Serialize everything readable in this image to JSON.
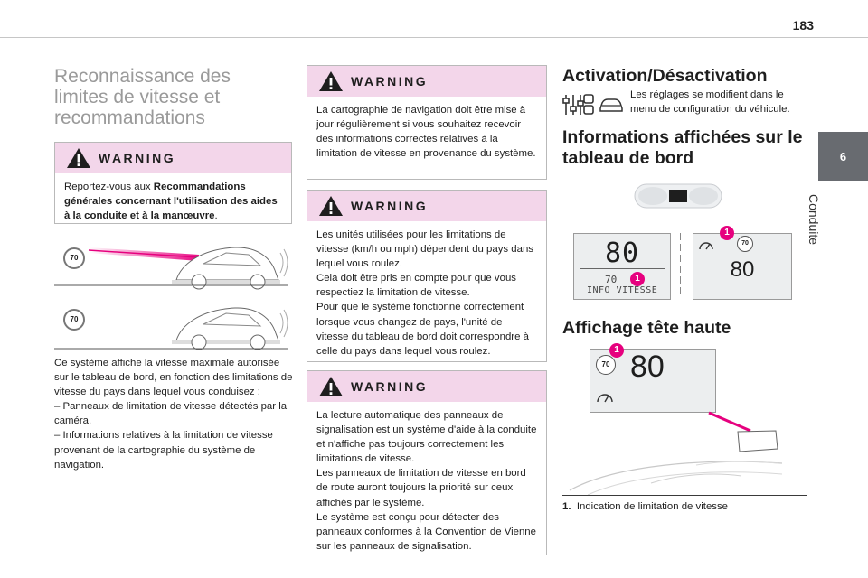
{
  "page_number": "183",
  "chapter": {
    "number": "6",
    "label": "Conduite"
  },
  "title": "Reconnaissance des limites de vitesse et recommandations",
  "warnings": [
    {
      "label": "WARNING",
      "text_before": "Reportez-vous aux ",
      "text_bold": "Recommandations générales concernant l'utilisation des aides à la conduite et à la manœuvre",
      "text_after": "."
    },
    {
      "label": "WARNING",
      "text": "La cartographie de navigation doit être mise à jour régulièrement si vous souhaitez recevoir des informations correctes relatives à la limitation de vitesse en provenance du système."
    },
    {
      "label": "WARNING",
      "text": "Les unités utilisées pour les limitations de vitesse (km/h ou mph) dépendent du pays dans lequel vous roulez.\nCela doit être pris en compte pour que vous respectiez la limitation de vitesse.\nPour que le système fonctionne correctement lorsque vous changez de pays, l'unité de vitesse du tableau de bord doit correspondre à celle du pays dans lequel vous roulez."
    },
    {
      "label": "WARNING",
      "text": "La lecture automatique des panneaux de signalisation est un système d'aide à la conduite et n'affiche pas toujours correctement les limitations de vitesse.\nLes panneaux de limitation de vitesse en bord de route auront toujours la priorité sur ceux affichés par le système.\nLe système est conçu pour détecter des panneaux conformes à la Convention de Vienne sur les panneaux de signalisation."
    }
  ],
  "intro_text": "Ce système affiche la vitesse maximale autorisée sur le tableau de bord, en fonction des limitations de vitesse du pays dans lequel vous conduisez :\n– Panneaux de limitation de vitesse détectés par la caméra.\n– Informations relatives à la limitation de vitesse provenant de la cartographie du système de navigation.",
  "illustration": {
    "sign_value": "70"
  },
  "activation": {
    "heading": "Activation/Désactivation",
    "text": "Les réglages se modifient dans le menu de configuration du véhicule."
  },
  "dashboard": {
    "heading": "Informations affichées sur le tableau de bord",
    "digital_speed": "80",
    "digital_limit": "70",
    "digital_caption": "INFO VITESSE",
    "analog_speed": "80",
    "sign_value": "70",
    "callout": "1"
  },
  "hud": {
    "heading": "Affichage tête haute",
    "speed": "80",
    "sign_value": "70",
    "callout": "1"
  },
  "legend": [
    {
      "number": "1.",
      "text": "Indication de limitation de vitesse"
    }
  ],
  "colors": {
    "accent_pink": "#e6007e",
    "warning_band": "#f3d6ea",
    "chapter_tab": "#686b70",
    "title_grey": "#9a9a9a"
  }
}
